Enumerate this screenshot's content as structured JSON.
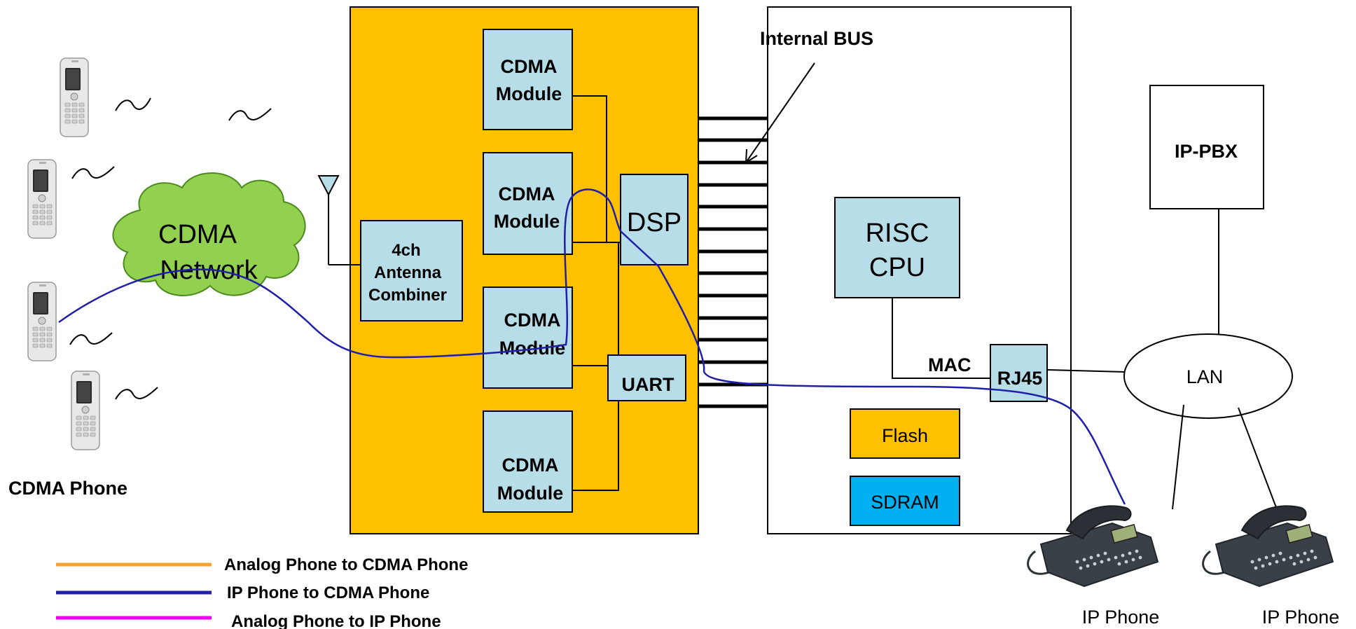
{
  "colors": {
    "gateway_fill": "#FFC000",
    "module_fill": "#B7DEE8",
    "flash_fill": "#FFC000",
    "sdram_fill": "#00B0F0",
    "cloud_fill": "#92D050",
    "ip_route_line": "#1F1FA8",
    "analog_cdma_line": "#F5A030",
    "analog_ip_line": "#EE00EE"
  },
  "phones": {
    "cdma_label": "CDMA Phone",
    "ip_phone_left_label": "IP Phone",
    "ip_phone_right_label": "IP Phone"
  },
  "network": {
    "cloud_line1": "CDMA",
    "cloud_line2": "Network"
  },
  "gateway": {
    "combiner_line1": "4ch",
    "combiner_line2": "Antenna",
    "combiner_line3": "Combiner",
    "modules": [
      {
        "line1": "CDMA",
        "line2": "Module"
      },
      {
        "line1": "CDMA",
        "line2": "Module"
      },
      {
        "line1": "CDMA",
        "line2": "Module"
      },
      {
        "line1": "CDMA",
        "line2": "Module"
      }
    ],
    "dsp": "DSP",
    "uart": "UART"
  },
  "board": {
    "internal_bus": "Internal BUS",
    "cpu_line1": "RISC",
    "cpu_line2": "CPU",
    "mac": "MAC",
    "rj45": "RJ45",
    "flash": "Flash",
    "sdram": "SDRAM"
  },
  "pbx": "IP-PBX",
  "lan": "LAN",
  "legend": [
    {
      "label": "Analog Phone to CDMA Phone",
      "color_key": "analog_cdma_line"
    },
    {
      "label": "IP Phone to CDMA Phone",
      "color_key": "ip_route_line"
    },
    {
      "label": "Analog Phone to IP Phone",
      "color_key": "analog_ip_line"
    }
  ]
}
